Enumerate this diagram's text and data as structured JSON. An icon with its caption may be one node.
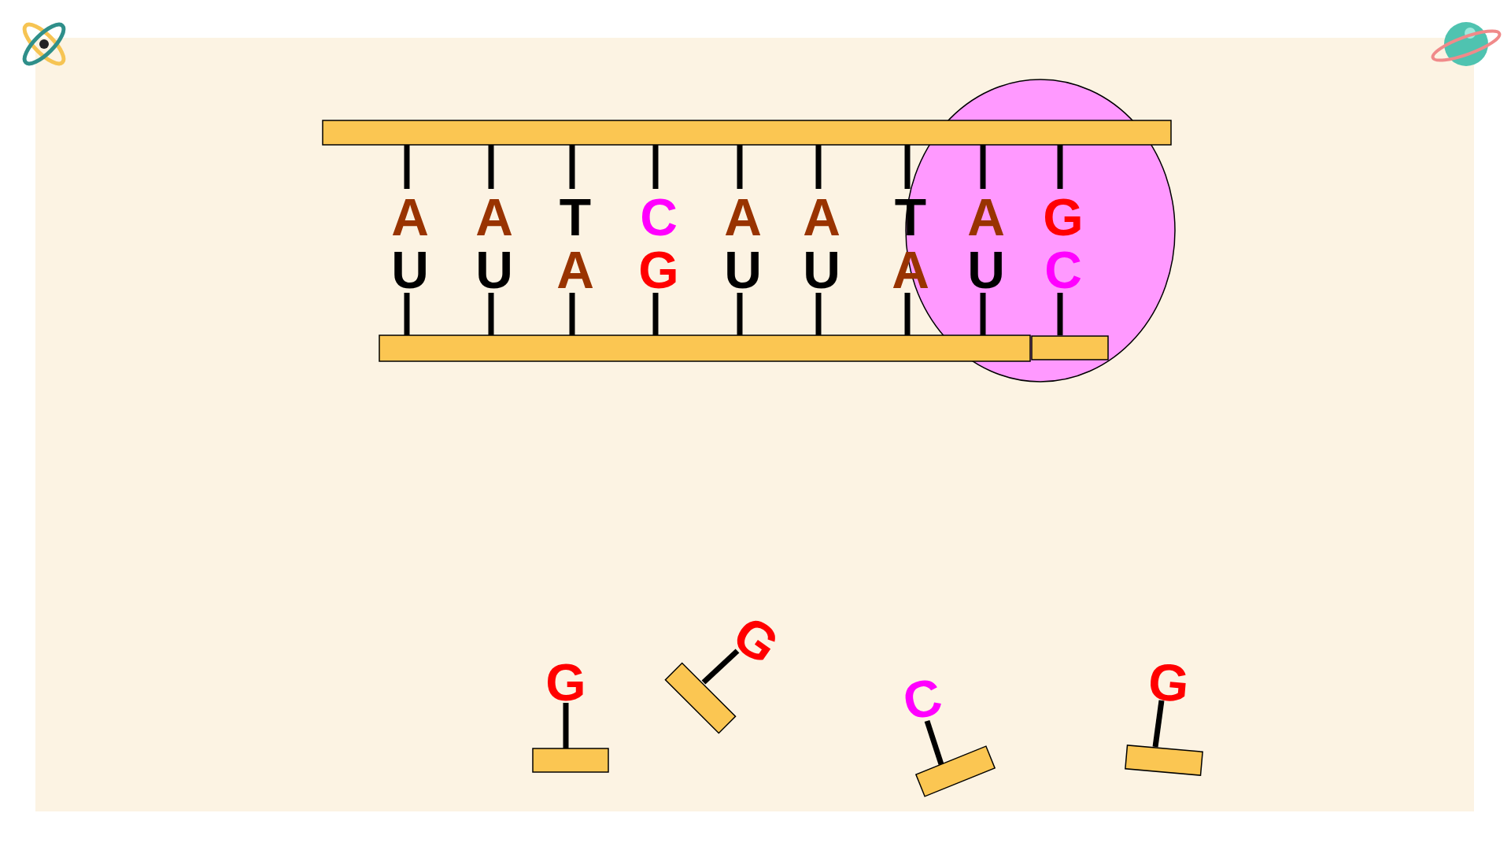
{
  "diagram": {
    "labels": [
      "A",
      "A",
      "T",
      "C",
      "A",
      "A",
      "T",
      "A",
      "G",
      "U",
      "U",
      "A",
      "G",
      "U",
      "U",
      "A",
      "U",
      "C",
      "G",
      "G",
      "C",
      "G"
    ]
  }
}
